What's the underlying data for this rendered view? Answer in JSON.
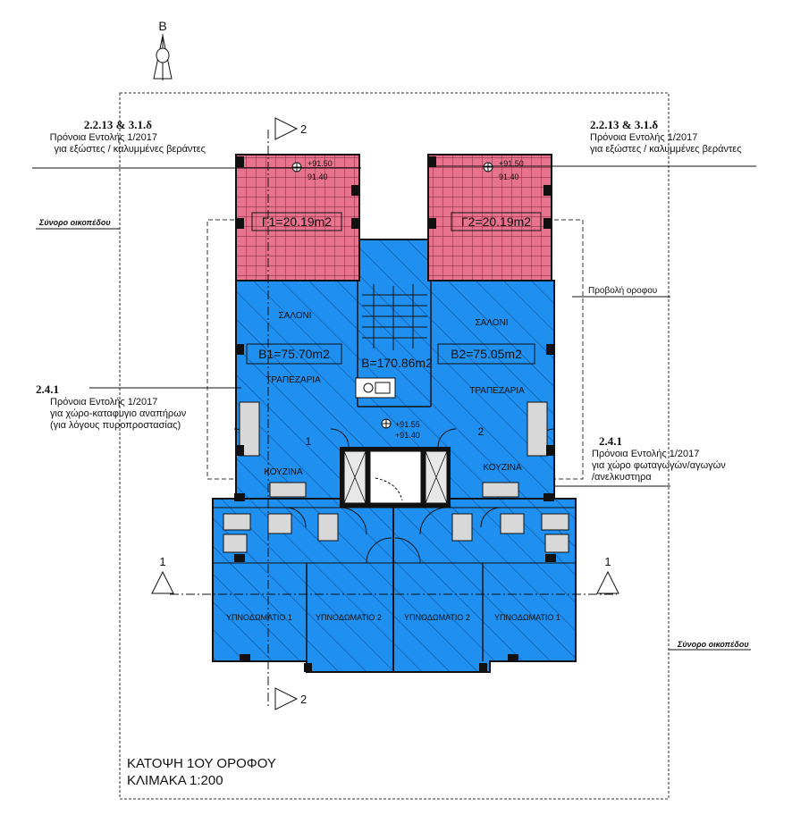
{
  "north": {
    "label": "B"
  },
  "annotations": {
    "tl": {
      "code": "2.2.13 & 3.1.δ",
      "line1": "Πρόνοια Εντολής 1/2017",
      "line2": "για εξώστες / καλυμμένες βεράντες"
    },
    "tr": {
      "code": "2.2.13 & 3.1.δ",
      "line1": "Πρόνοια Εντολής 1/2017",
      "line2": "για εξώστες / καλυμμένες βεράντες"
    },
    "ml": {
      "code": "2.4.1",
      "line1": "Πρόνοια Εντολής 1/2017",
      "line2": "για χώρο-καταφυγιο αναπήρων",
      "line3": "(για λόγους πυροπροστασίας)"
    },
    "mr": {
      "code": "2.4.1",
      "line1": "Πρόνοια Εντολής 1/2017",
      "line2": "για χώρο φωταγωγών/αγωγών",
      "line3": "/ανελκυστηρα"
    },
    "boundary_left": "Σύνορο οικοπέδου",
    "boundary_right": "Σύνορο οικοπέδου",
    "projection": "Προβολή οροφου"
  },
  "levels": {
    "balcony_top": "+91.50",
    "balcony_bottom": "91.40",
    "landing_top": "+91.55",
    "landing_bottom": "+91.40"
  },
  "areas": {
    "g1": "Γ1=20.19m2",
    "g2": "Γ2=20.19m2",
    "b1": "Β1=75.70m2",
    "b2": "Β2=75.05m2",
    "b": "Β=170.86m2"
  },
  "rooms": {
    "saloni_l": "ΣΑΛΟΝΙ",
    "saloni_r": "ΣΑΛΟΝΙ",
    "trap_l": "ΤΡΑΠΕΖΑΡΙΑ",
    "trap_r": "ΤΡΑΠΕΖΑΡΙΑ",
    "kouz_l": "ΚΟΥΖΙΝΑ",
    "kouz_r": "ΚΟΥΖΙΝΑ",
    "bed1_l": "ΥΠΝΟΔΩΜΑΤΙΟ 1",
    "bed2_l": "ΥΠΝΟΔΩΜΑΤΙΟ 2",
    "bed2_r": "ΥΠΝΟΔΩΜΑΤΙΟ 2",
    "bed1_r": "ΥΠΝΟΔΩΜΑΤΙΟ 1",
    "unit1": "1",
    "unit2": "2"
  },
  "sections": {
    "s2_top": "2",
    "s2_bottom": "2",
    "s1_left": "1",
    "s1_right": "1"
  },
  "title": {
    "line1": "ΚΑΤΟΨΗ 1ΟΥ ΟΡΟΦΟΥ",
    "line2": "ΚΛΙΜΑΚΑ 1:200"
  },
  "colors": {
    "blue": "#1f8ff0",
    "pink": "#e8738f",
    "wall": "#111111"
  }
}
